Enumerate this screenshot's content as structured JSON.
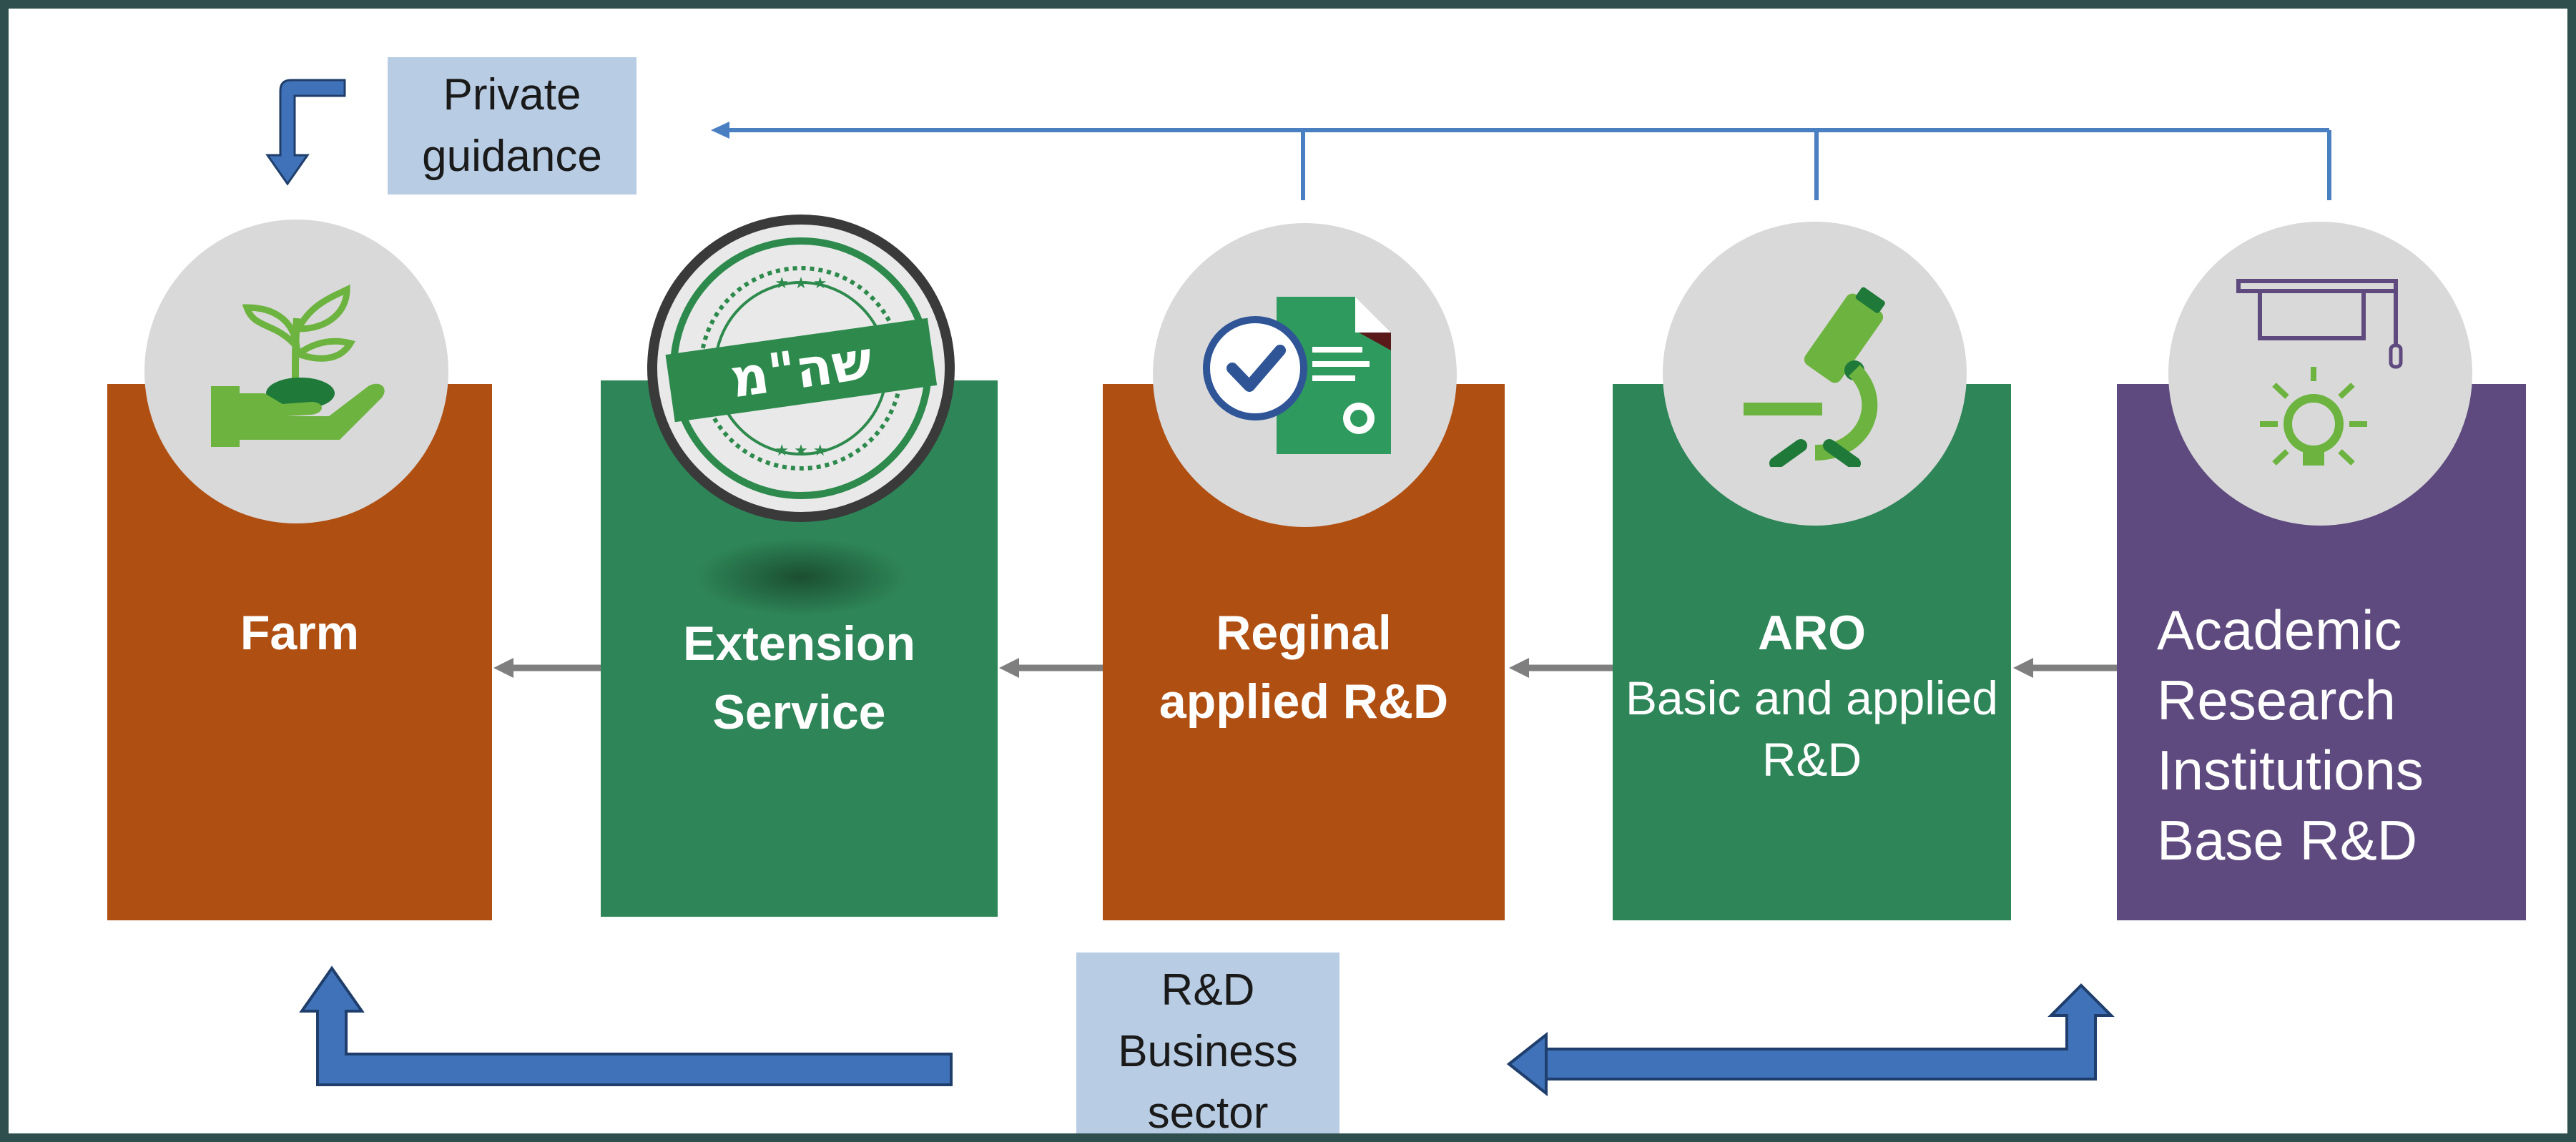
{
  "private_guidance": {
    "line1": "Private",
    "line2": "guidance"
  },
  "rd_business": {
    "line1": "R&D",
    "line2": "Business",
    "line3": "sector"
  },
  "farm": {
    "title": "Farm",
    "icon": "plant-in-hand-icon"
  },
  "extension": {
    "line1": "Extension",
    "line2": "Service",
    "icon": "shaham-stamp-icon",
    "stamp_text": "שה\"מ"
  },
  "regional": {
    "line1": "Reginal",
    "line2": "applied R&D",
    "icon": "certified-document-icon"
  },
  "aro": {
    "title": "ARO",
    "line1": "Basic and applied",
    "line2": "R&D",
    "icon": "microscope-icon"
  },
  "academic": {
    "line1": "Academic",
    "line2": "Research",
    "line3": "Institutions",
    "line4": "Base R&D",
    "icon": "graduation-cap-lightbulb-icon"
  },
  "colors": {
    "orange": "#b04f12",
    "green": "#2e8558",
    "purple": "#5e4a7e",
    "circle": "#d9d9d9",
    "callout": "#b8cce4",
    "line_blue": "#4a7fc1",
    "arrow_blue": "#3f72b8",
    "arrow_gray": "#7f7f7f",
    "icon_green": "#6db33f"
  }
}
